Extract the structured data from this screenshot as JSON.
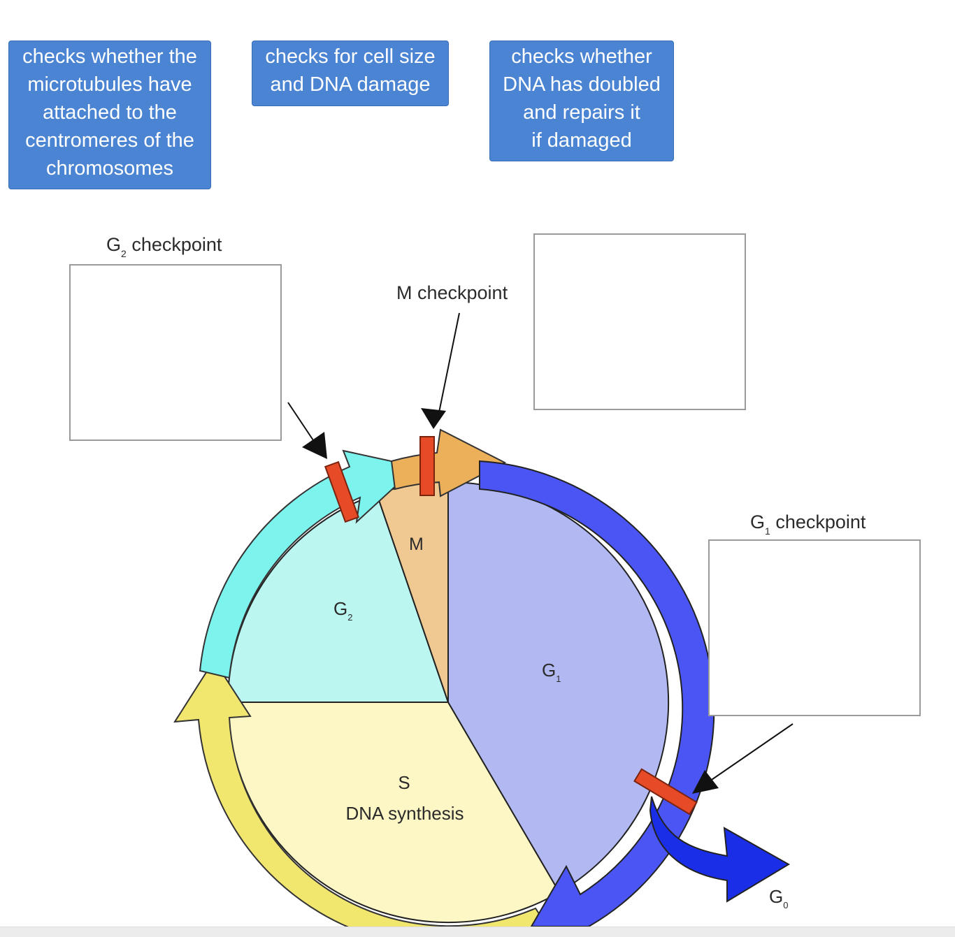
{
  "answer_tiles": [
    {
      "text": "checks whether the\nmicrotubules have\nattached to the\ncentromeres of the\nchromosomes"
    },
    {
      "text": "checks for cell size\nand DNA damage"
    },
    {
      "text": "checks whether\nDNA has doubled\nand repairs it\nif damaged"
    }
  ],
  "labels": {
    "g2_checkpoint": {
      "letter": "G",
      "sub": "2",
      "suffix": " checkpoint"
    },
    "m_checkpoint": "M checkpoint",
    "g1_checkpoint": {
      "letter": "G",
      "sub": "1",
      "suffix": " checkpoint"
    }
  },
  "phases": {
    "m": "M",
    "g2": {
      "letter": "G",
      "sub": "2"
    },
    "g1": {
      "letter": "G",
      "sub": "1"
    },
    "s": {
      "line1": "S",
      "line2": "DNA synthesis"
    },
    "g0": {
      "letter": "G",
      "sub": "0"
    }
  },
  "colors": {
    "tile_bg": "#4a84d2",
    "m_wedge": "#f0c992",
    "g2_wedge": "#bbf6f1",
    "g1_wedge": "#b2b9f2",
    "s_wedge": "#fdf7c5",
    "g2_arrow": "#7df3ee",
    "s_arrow": "#f1e66e",
    "g1_arrow": "#4a55f3",
    "m_arrow": "#ecb05a",
    "g0_arrow": "#1a2ee8",
    "checkpoint_bar": "#e64a26"
  }
}
